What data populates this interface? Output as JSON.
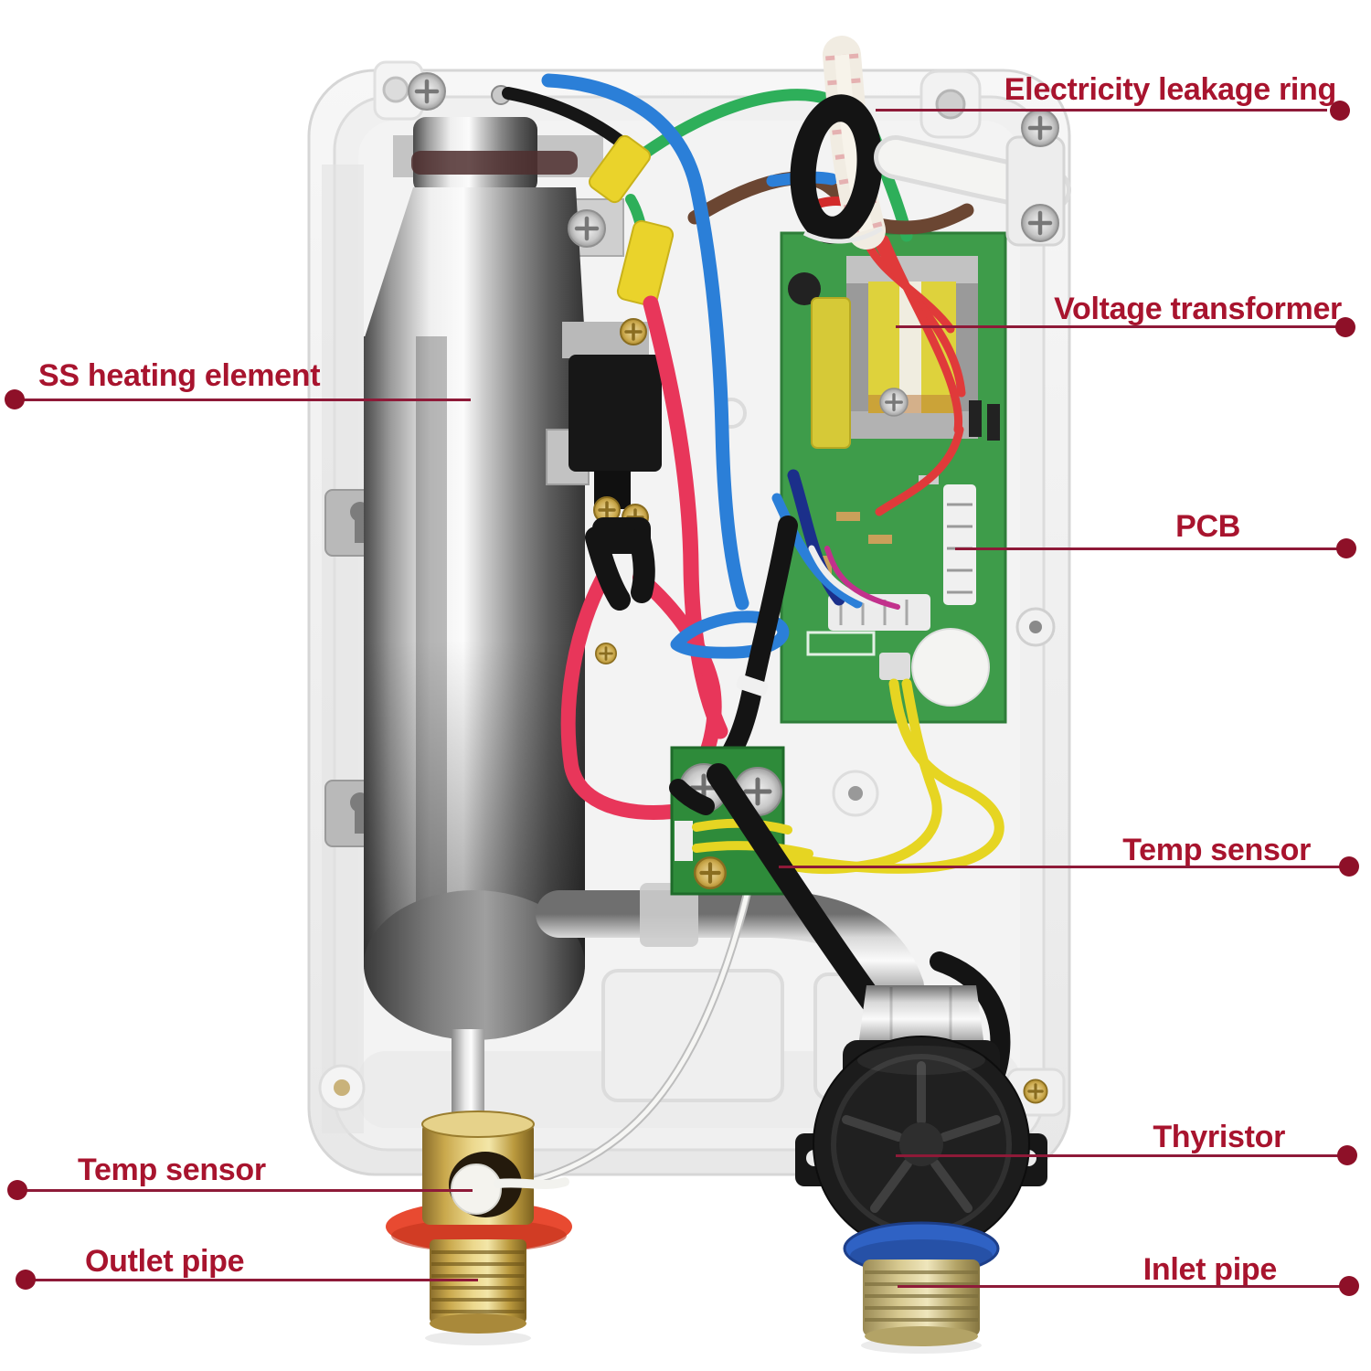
{
  "figure": {
    "type": "annotated product internal diagram",
    "subject": "Instant electric water heater internal structure"
  },
  "colors": {
    "background": "#ffffff",
    "label_text": "#a8142e",
    "leader_line": "#8e1a38",
    "leader_dot": "#8e1028",
    "case_body": "#f1f1f1",
    "pcb_green": "#3e9c4a",
    "terminal_pcb_green": "#2e8b3a",
    "heating_element_chrome": "#c9c9c9",
    "brass_fitting": "#c9a84c",
    "outlet_gasket_red": "#e84a31",
    "inlet_seal_blue": "#2f62c4",
    "flow_sensor_black": "#1b1b1b",
    "transformer_coil_yellow": "#ded23c",
    "wire_red": "#e8365a",
    "wire_blue": "#2b7fd8",
    "wire_green": "#2eaf5a",
    "wire_yellow": "#e6d522",
    "wire_brown": "#6b4632",
    "wire_black": "#161616",
    "sensor_wire_white": "#f6f6f4"
  },
  "annotations": {
    "electricity_leakage_ring": {
      "label": "Electricity leakage ring",
      "side": "right",
      "points_to": "leakage-ring"
    },
    "voltage_transformer": {
      "label": "Voltage transformer",
      "side": "right",
      "points_to": "voltage-transformer"
    },
    "ss_heating_element": {
      "label": "SS heating element",
      "side": "left",
      "points_to": "heating-element"
    },
    "pcb": {
      "label": "PCB",
      "side": "right",
      "points_to": "main-pcb"
    },
    "temp_sensor_right": {
      "label": "Temp sensor",
      "side": "right",
      "points_to": "temp-sensor-terminal"
    },
    "thyristor": {
      "label": "Thyristor",
      "side": "right",
      "points_to": "flow-sensor"
    },
    "temp_sensor_left": {
      "label": "Temp sensor",
      "side": "left",
      "points_to": "outlet-temp-sensor"
    },
    "outlet_pipe": {
      "label": "Outlet pipe",
      "side": "left",
      "points_to": "outlet-pipe-thread"
    },
    "inlet_pipe": {
      "label": "Inlet pipe",
      "side": "right",
      "points_to": "inlet-pipe-thread"
    }
  },
  "components": [
    "outer-case",
    "heating-element",
    "thermostat",
    "leakage-ring",
    "power-cord",
    "voltage-transformer",
    "main-pcb",
    "terminal-block",
    "temp-sensor-wire",
    "water-pipe",
    "flow-sensor",
    "inlet-fitting",
    "outlet-fitting"
  ]
}
